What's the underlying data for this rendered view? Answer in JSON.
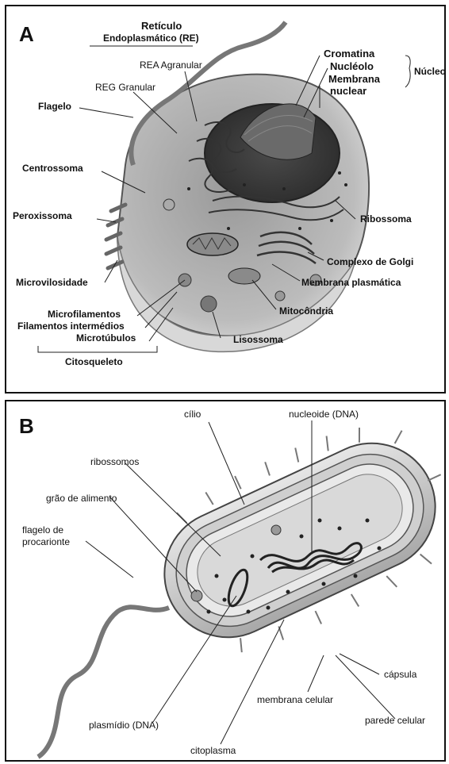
{
  "panel_a": {
    "letter": "A",
    "reticulo": "Retículo",
    "endoplasmatico": "Endoplasmático (RE)",
    "rea_agranular": "REA Agranular",
    "reg_granular": "REG Granular",
    "flagelo": "Flagelo",
    "centrossoma": "Centrossoma",
    "peroxissoma": "Peroxissoma",
    "microvilosidade": "Microvilosidade",
    "microfilamentos": "Microfilamentos",
    "filamentos_intermedios": "Filamentos intermédios",
    "microtubulos": "Microtúbulos",
    "citosqueleto": "Citosqueleto",
    "cromatina": "Cromatina",
    "nucleolo": "Nucléolo",
    "membrana": "Membrana",
    "nuclear": "nuclear",
    "nucleo": "Núcleo",
    "ribossoma": "Ribossoma",
    "complexo_golgi": "Complexo de Golgi",
    "membrana_plasmatica": "Membrana plasmática",
    "mitocondria": "Mitocôndria",
    "lisossoma": "Lisossoma"
  },
  "panel_b": {
    "letter": "B",
    "cilio": "cílio",
    "nucleoide": "nucleoide (DNA)",
    "ribossomos": "ribossomos",
    "grao_alimento": "grão de alimento",
    "flagelo_line1": "flagelo de",
    "flagelo_line2": "procarionte",
    "capsula": "cápsula",
    "membrana_celular": "membrana celular",
    "parede_celular": "parede celular",
    "plasmidio": "plasmídio (DNA)",
    "citoplasma": "citoplasma"
  }
}
